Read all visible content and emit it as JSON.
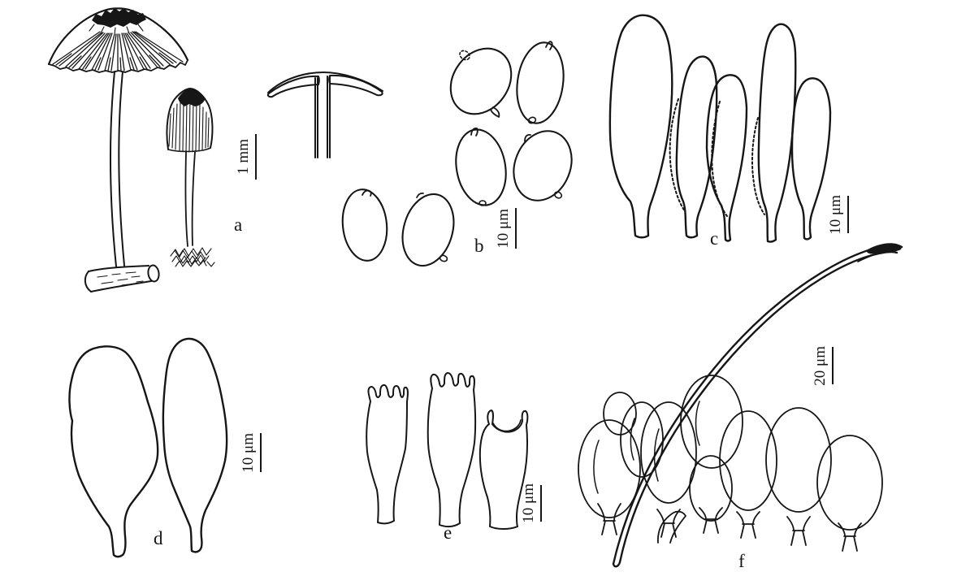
{
  "figure": {
    "background_color": "#ffffff",
    "ink_color": "#161616",
    "panels": [
      {
        "id": "a",
        "label": "a",
        "scale_text": "1 mm"
      },
      {
        "id": "b",
        "label": "b",
        "scale_text": "10 μm"
      },
      {
        "id": "c",
        "label": "c",
        "scale_text": "10 μm"
      },
      {
        "id": "d",
        "label": "d",
        "scale_text": "10 μm"
      },
      {
        "id": "e",
        "label": "e",
        "scale_text": "10 μm"
      },
      {
        "id": "f",
        "label": "f",
        "scale_text": "20 μm"
      }
    ]
  }
}
